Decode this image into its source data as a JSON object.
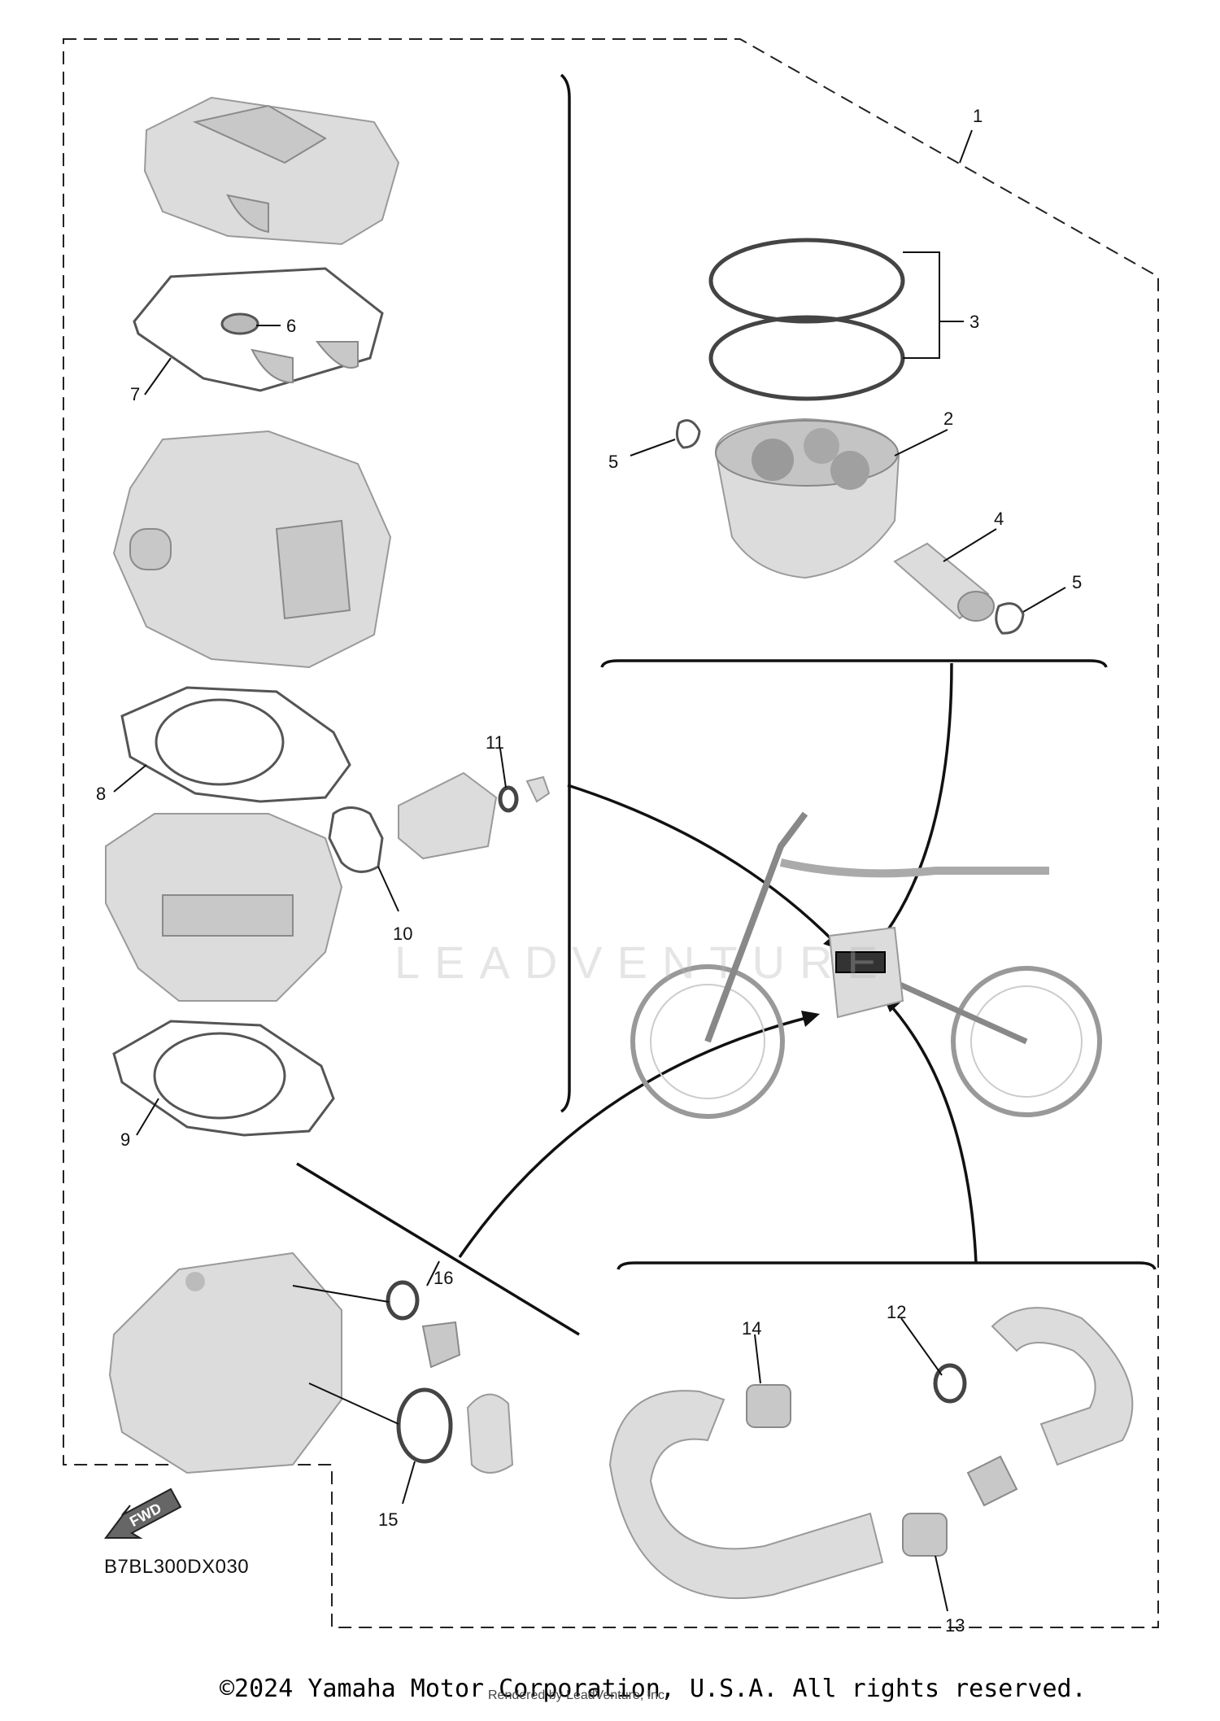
{
  "diagram_code": "B7BL300DX030",
  "copyright": "©2024 Yamaha Motor Corporation, U.S.A. All rights reserved.",
  "rendered_by": "Rendered by LeadVenture, Inc.",
  "watermark": "LEADVENTURE",
  "fwd_label": "FWD",
  "callouts": {
    "c1": "1",
    "c2": "2",
    "c3": "3",
    "c4": "4",
    "c5a": "5",
    "c5b": "5",
    "c6": "6",
    "c7": "7",
    "c8": "8",
    "c9": "9",
    "c10": "10",
    "c11": "11",
    "c12": "12",
    "c13": "13",
    "c14": "14",
    "c15": "15",
    "c16": "16"
  }
}
